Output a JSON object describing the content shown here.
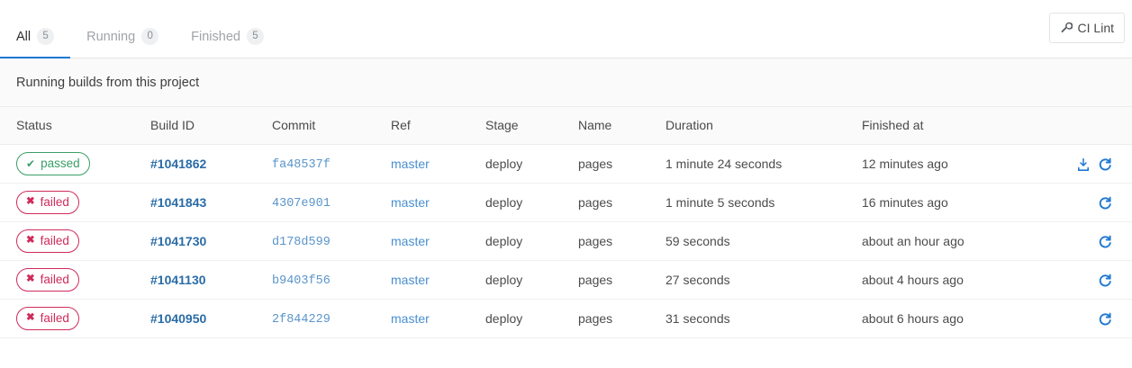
{
  "tabs": [
    {
      "label": "All",
      "count": "5",
      "active": true,
      "name": "tab-all"
    },
    {
      "label": "Running",
      "count": "0",
      "active": false,
      "name": "tab-running"
    },
    {
      "label": "Finished",
      "count": "5",
      "active": false,
      "name": "tab-finished"
    }
  ],
  "toolbar": {
    "ci_lint_label": "CI Lint",
    "ci_lint_icon": "wrench-icon"
  },
  "info_band": {
    "text": "Running builds from this project"
  },
  "table": {
    "columns": [
      "Status",
      "Build ID",
      "Commit",
      "Ref",
      "Stage",
      "Name",
      "Duration",
      "Finished at"
    ],
    "rows": [
      {
        "status": "passed",
        "status_kind": "passed",
        "status_icon": "check-icon",
        "build_id": "#1041862",
        "commit": "fa48537f",
        "ref": "master",
        "stage": "deploy",
        "name": "pages",
        "duration": "1 minute 24 seconds",
        "finished_at": "12 minutes ago",
        "actions": [
          "download-icon",
          "retry-icon"
        ]
      },
      {
        "status": "failed",
        "status_kind": "failed",
        "status_icon": "cross-icon",
        "build_id": "#1041843",
        "commit": "4307e901",
        "ref": "master",
        "stage": "deploy",
        "name": "pages",
        "duration": "1 minute 5 seconds",
        "finished_at": "16 minutes ago",
        "actions": [
          "retry-icon"
        ]
      },
      {
        "status": "failed",
        "status_kind": "failed",
        "status_icon": "cross-icon",
        "build_id": "#1041730",
        "commit": "d178d599",
        "ref": "master",
        "stage": "deploy",
        "name": "pages",
        "duration": "59 seconds",
        "finished_at": "about an hour ago",
        "actions": [
          "retry-icon"
        ]
      },
      {
        "status": "failed",
        "status_kind": "failed",
        "status_icon": "cross-icon",
        "build_id": "#1041130",
        "commit": "b9403f56",
        "ref": "master",
        "stage": "deploy",
        "name": "pages",
        "duration": "27 seconds",
        "finished_at": "about 4 hours ago",
        "actions": [
          "retry-icon"
        ]
      },
      {
        "status": "failed",
        "status_kind": "failed",
        "status_icon": "cross-icon",
        "build_id": "#1040950",
        "commit": "2f844229",
        "ref": "master",
        "stage": "deploy",
        "name": "pages",
        "duration": "31 seconds",
        "finished_at": "about 6 hours ago",
        "actions": [
          "retry-icon"
        ]
      }
    ]
  },
  "colors": {
    "accent": "#1f78d1",
    "passed": "#3a9e69",
    "failed": "#cf2b5b",
    "link": "#2a6ca6",
    "commit_link": "#5b95ca",
    "band_bg": "#fafafa"
  },
  "glyphs": {
    "check": "✔",
    "cross": "✖"
  }
}
